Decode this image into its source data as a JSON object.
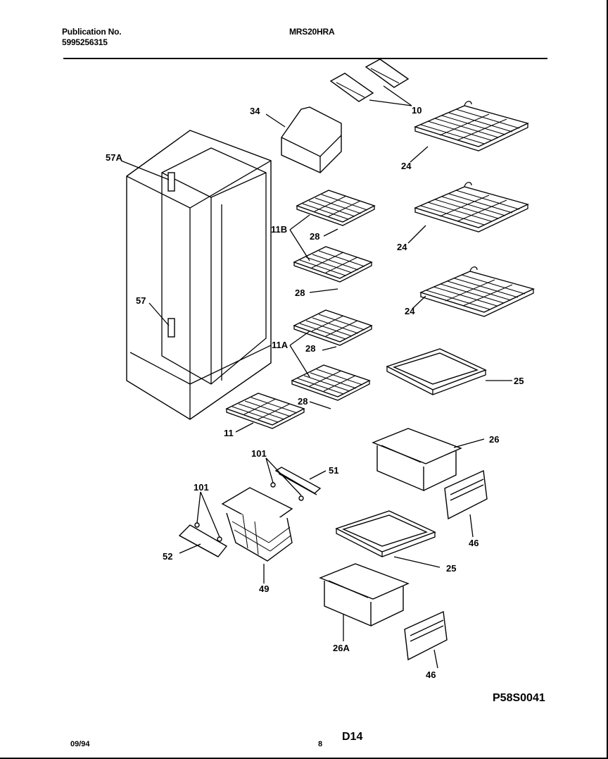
{
  "header": {
    "publication_label": "Publication No.",
    "publication_number": "5995256315",
    "model": "MRS20HRA"
  },
  "footer": {
    "date": "09/94",
    "page": "8",
    "section": "D14",
    "drawing_number": "P58S0041"
  },
  "callouts": {
    "c57a": "57A",
    "c57": "57",
    "c34": "34",
    "c10": "10",
    "c24a": "24",
    "c24b": "24",
    "c24c": "24",
    "c11b": "11B",
    "c28a": "28",
    "c28b": "28",
    "c28c": "28",
    "c28d": "28",
    "c11a": "11A",
    "c11": "11",
    "c25a": "25",
    "c25b": "25",
    "c26": "26",
    "c26a": "26A",
    "c46a": "46",
    "c46b": "46",
    "c101a": "101",
    "c101b": "101",
    "c51": "51",
    "c52": "52",
    "c49": "49"
  }
}
